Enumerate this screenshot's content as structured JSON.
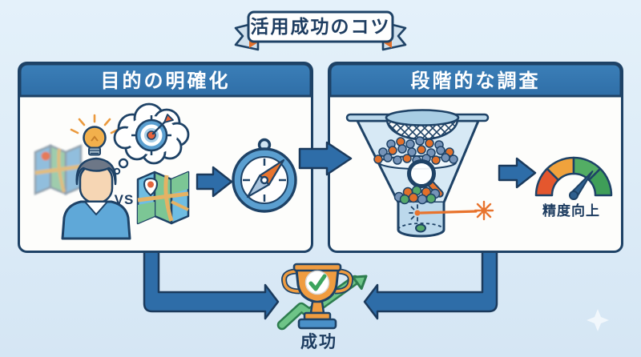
{
  "title_banner": {
    "text": "活用成功のコツ"
  },
  "left_panel": {
    "title": "目的の明確化",
    "vs_label": "VS"
  },
  "right_panel": {
    "title": "段階的な調査",
    "gauge_label": "精度向上"
  },
  "footer": {
    "success_label": "成功"
  },
  "icons": {
    "lightbulb-icon": "💡",
    "thought-bubble-target-icon": "🎯",
    "map-unclear-icon": "🗺",
    "map-clear-icon": "🗺",
    "person-icon": "👤",
    "compass-icon": "🧭",
    "sieve-icon": "◍",
    "funnel-icon": "⏳",
    "magnifier-icon": "🔍",
    "laser-pointer-icon": "✳",
    "gauge-icon": "⏲",
    "trophy-icon": "🏆",
    "growth-arrow-icon": "📈",
    "sparkle-icon": "✦"
  },
  "colors": {
    "background": "#dcebf7",
    "panel_header_blue": "#3579b2",
    "outline_navy": "#1e4266",
    "arrow_blue": "#2e6da8",
    "accent_orange": "#e8742e",
    "accent_green": "#55a96b",
    "gauge_red": "#e4572e",
    "gauge_orange": "#f0a23c",
    "gauge_green": "#53ad64",
    "trophy_orange": "#f09c40",
    "ribbon_light": "#cfe0ed"
  }
}
